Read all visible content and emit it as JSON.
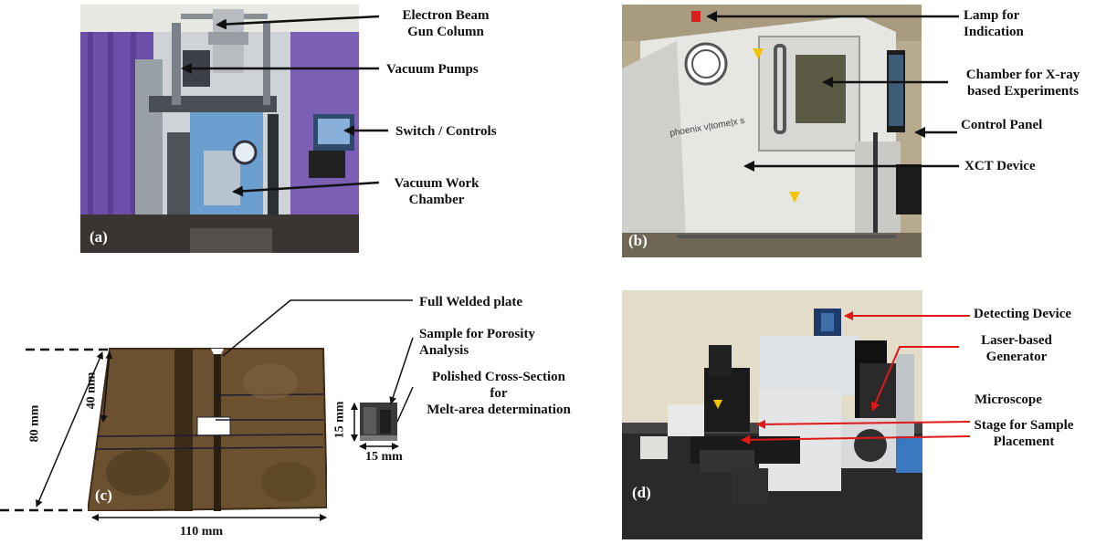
{
  "panel_a": {
    "tag": "(a)",
    "labels": {
      "gun_column": "Electron Beam\nGun Column",
      "pumps": "Vacuum Pumps",
      "controls": "Switch / Controls",
      "chamber": "Vacuum Work\nChamber"
    }
  },
  "panel_b": {
    "tag": "(b)",
    "brand": "phoenix v|tome|x s",
    "labels": {
      "lamp": "Lamp for\nIndication",
      "chamber": "Chamber for X-ray\nbased Experiments",
      "control_panel": "Control Panel",
      "xct": "XCT Device"
    }
  },
  "panel_c": {
    "tag": "(c)",
    "labels": {
      "plate": "Full Welded plate",
      "sample": "Sample for Porosity\nAnalysis",
      "cross_section": "Polished Cross-Section\nfor\nMelt-area determination"
    },
    "dims": {
      "height": "80 mm",
      "cut": "40 mm",
      "width": "110 mm",
      "sample_h": "15 mm",
      "sample_w": "15 mm"
    }
  },
  "panel_d": {
    "tag": "(d)",
    "labels": {
      "detector": "Detecting Device",
      "laser": "Laser-based\nGenerator",
      "microscope": "Microscope",
      "stage": "Stage for Sample\nPlacement"
    }
  },
  "colors": {
    "arrow_black": "#111111",
    "arrow_red": "#e01818",
    "plate": "#6b5130",
    "curtain": "#6b4fa8"
  }
}
